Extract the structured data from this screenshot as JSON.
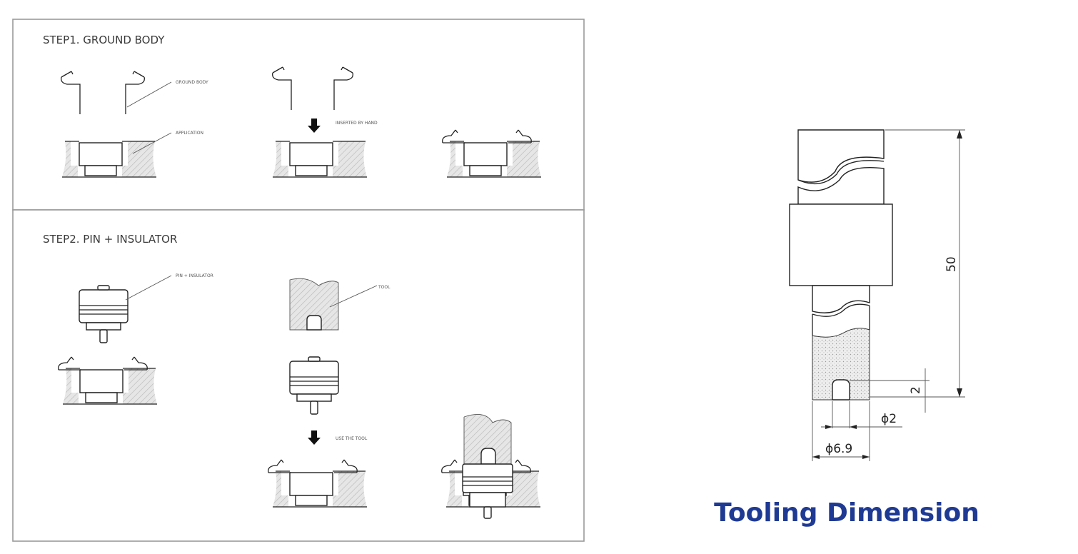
{
  "step1": {
    "title": "STEP1. GROUND BODY",
    "callout_ground_body": "GROUND BODY",
    "callout_application": "APPLICATION",
    "callout_inserted": "INSERTED BY HAND"
  },
  "step2": {
    "title": "STEP2. PIN + INSULATOR",
    "callout_pin": "PIN + INSULATOR",
    "callout_tool": "TOOL",
    "callout_use_tool": "USE THE TOOL"
  },
  "tooling": {
    "caption": "Tooling Dimension",
    "caption_color": "#1f3a93",
    "dim_length": "50",
    "dim_height": "2",
    "dim_hole": "ϕ2",
    "dim_outer": "ϕ6.9"
  }
}
